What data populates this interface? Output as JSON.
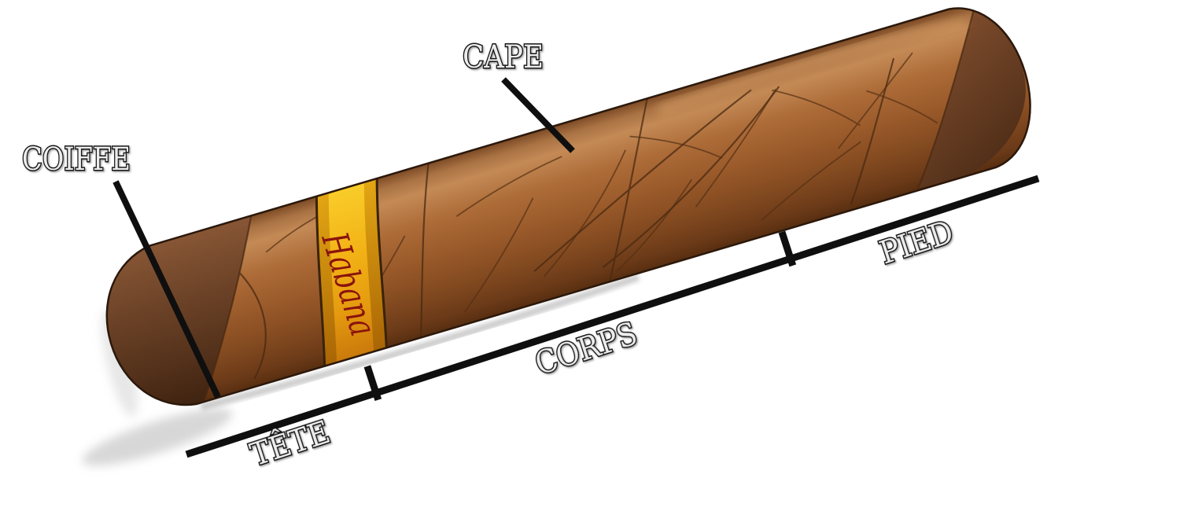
{
  "background_color": "#ffffff",
  "annotations": {
    "line_color": "#0f0f0f",
    "label_fill": "#ececec",
    "label_stroke": "#151515",
    "pointer_labels": [
      {
        "id": "coiffe",
        "label": "COIFFE"
      },
      {
        "id": "cape",
        "label": "CAPE"
      }
    ],
    "segment_labels": [
      {
        "id": "tete",
        "label": "TÊTE"
      },
      {
        "id": "corps",
        "label": "CORPS"
      },
      {
        "id": "pied",
        "label": "PIED"
      }
    ]
  },
  "cigar": {
    "band": {
      "text": "Habana",
      "text_color": "#8a130d",
      "gold_light": "#f9cd2a",
      "gold": "#f2b216",
      "gold_deep": "#e59a0f",
      "gold_burnt": "#c9790b",
      "strip_light": "#e3a613",
      "strip_dark": "#a96505",
      "outline": "#3a2309"
    },
    "wrapper": {
      "edge": "#7c4a25",
      "glow": "#a97243",
      "highlight": "#c48a56",
      "upper": "#ad6c38",
      "mid": "#9a5a2a",
      "lower": "#834a20",
      "dark": "#6b3a18",
      "deepest": "#572e10",
      "outline": "#2b180b",
      "vein": "#543014",
      "seam": "#4a2a12",
      "sheen": "#dca36a"
    },
    "head_cap": {
      "light": "#875635",
      "mid": "#6a4126",
      "dark": "#52301a",
      "deepest": "#3f2310"
    },
    "foot_cap": {
      "light": "#8c5531",
      "mid": "#6e4226",
      "dark": "#4a2a15"
    }
  }
}
